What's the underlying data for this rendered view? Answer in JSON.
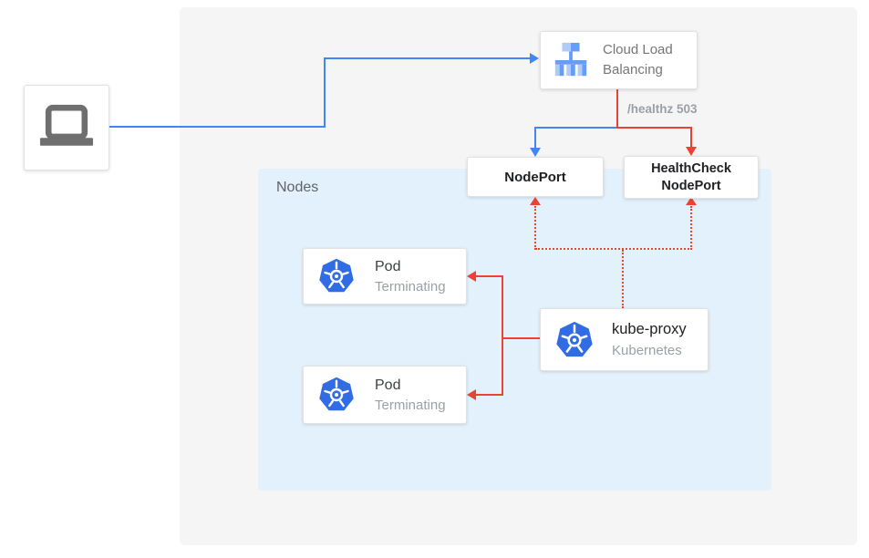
{
  "colors": {
    "blue": "#4285f4",
    "red": "#ea4335",
    "panel_bg": "#f5f5f6",
    "nodes_bg": "#e3f1fc",
    "laptop_gray": "#6f6f6f",
    "clb_icon_dark": "#669df6",
    "clb_icon_light": "#aecbfa",
    "kubernetes_blue": "#326ce5"
  },
  "diagram": {
    "client": {
      "icon": "laptop-icon"
    },
    "load_balancer": {
      "icon": "cloud-load-balancing-icon",
      "label": "Cloud Load Balancing"
    },
    "health_check_annotation": "/healthz 503",
    "node_port": {
      "label": "NodePort"
    },
    "health_check_node_port": {
      "label": "HealthCheck NodePort"
    },
    "nodes_group": {
      "label": "Nodes"
    },
    "pods": [
      {
        "icon": "kubernetes-icon",
        "title": "Pod",
        "status": "Terminating"
      },
      {
        "icon": "kubernetes-icon",
        "title": "Pod",
        "status": "Terminating"
      }
    ],
    "kube_proxy": {
      "icon": "kubernetes-icon",
      "title": "kube-proxy",
      "subtitle": "Kubernetes"
    }
  }
}
